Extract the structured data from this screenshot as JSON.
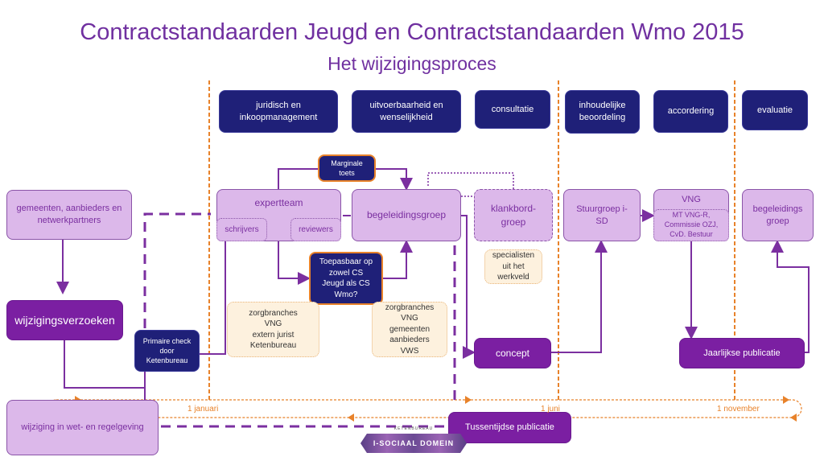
{
  "title": "Contractstandaarden Jeugd en Contractstandaarden Wmo 2015",
  "subtitle": "Het wijzigingsproces",
  "phases": [
    "juridisch en inkoopmanagement",
    "uitvoerbaarheid en wenselijkheid",
    "consultatie",
    "inhoudelijke beoordeling",
    "accordering",
    "evaluatie"
  ],
  "nodes": {
    "gemeenten": "gemeenten, aanbieders en netwerkpartners",
    "wijzigingsverzoeken": "wijzigingsverzoeken",
    "primaire_check": "Primaire check door Ketenbureau",
    "wijziging_wet": "wijziging in wet- en regelgeving",
    "expertteam": "expertteam",
    "schrijvers": "schrijvers",
    "reviewers": "reviewers",
    "marginale_toets": "Marginale toets",
    "begeleidingsgroep": "begeleidingsgroep",
    "toepasbaar": "Toepasbaar op zowel CS Jeugd als CS Wmo?",
    "klankbord": "klankbord-groep",
    "specialisten": "specialisten uit het werkveld",
    "zorg1": [
      "zorgbranches",
      "VNG",
      "extern jurist",
      "Ketenbureau"
    ],
    "zorg2": [
      "zorgbranches",
      "VNG",
      "gemeenten",
      "aanbieders",
      "VWS"
    ],
    "concept": "concept",
    "stuurgroep": "Stuurgroep i-SD",
    "vng": "VNG",
    "vng_sub": "MT VNG-R, Commissie OZJ, CvD. Bestuur",
    "begeleidings_groep": "begeleidings groep",
    "jaarlijkse": "Jaarlijkse publicatie",
    "tussentijdse": "Tussentijdse publicatie"
  },
  "timeline": [
    "1 januari",
    "1 juni",
    "1 november"
  ],
  "logo": {
    "top": "KETENBUREAU",
    "main": "I-SOCIAAL DOMEIN"
  },
  "colors": {
    "navy": "#1f2078",
    "light_purple": "#dcb8ea",
    "purple": "#7b1fa2",
    "orange": "#e8822a",
    "title": "#7030a0"
  }
}
